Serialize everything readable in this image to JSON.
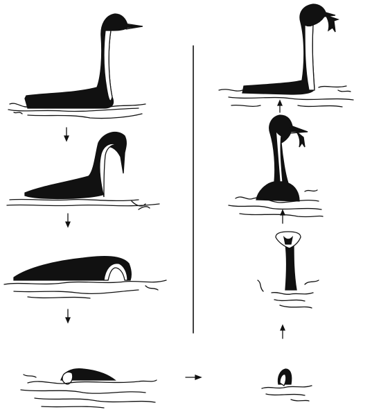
{
  "figure": {
    "description_visible_text": "",
    "sequence": {
      "left_column": [
        "surface-swimming",
        "neck-bending",
        "head-submerging",
        "diving"
      ],
      "bottom_transition": "underwater",
      "right_column": [
        "head-resurfacing",
        "neck-emerging",
        "holding-prey",
        "surface-with-prey"
      ]
    },
    "colors": {
      "ink": "#111111",
      "background": "#ffffff"
    }
  }
}
